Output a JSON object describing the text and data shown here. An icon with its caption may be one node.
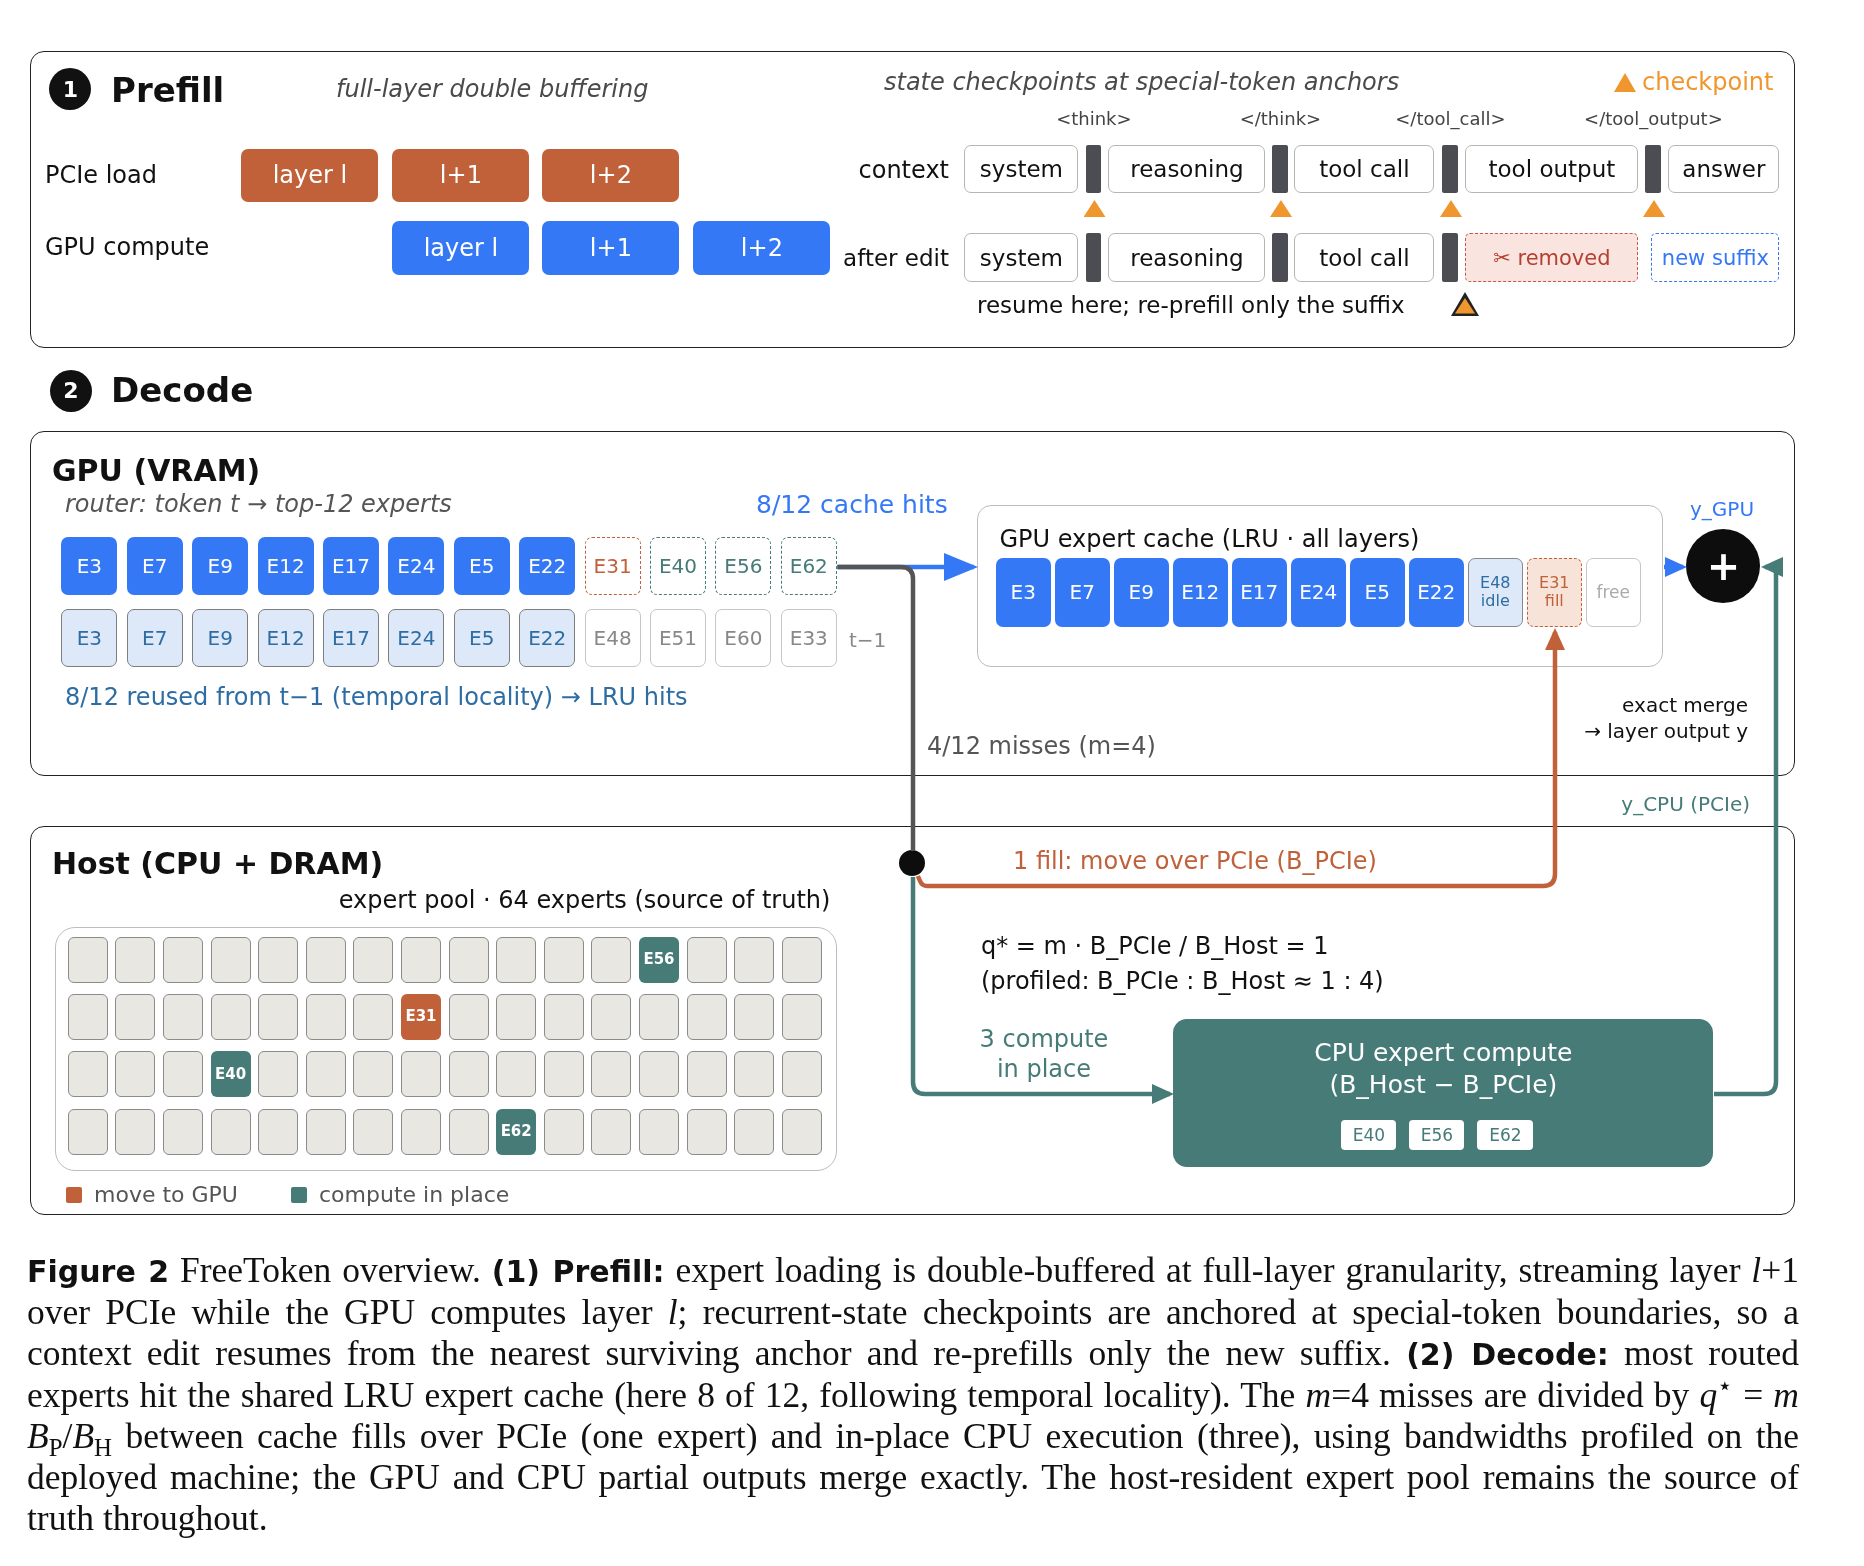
{
  "diagram": {
    "caption": "**Figure 2** FreeToken overview. **(1) Prefill:** expert loading is double-buffered at full-layer granularity, streaming layer *l*+1 over PCIe while the GPU computes layer *l*; recurrent-state checkpoints are anchored at special-token boundaries, so a context edit resumes from the nearest surviving anchor and re-prefills only the new suffix. **(2) Decode:** most routed experts hit the shared LRU expert cache (here 8 of 12, following temporal locality). The *m*=4 misses are divided by *q*$^{⋆}$ = *m* *B*$_{P}$/*B*$_{H}$ between cache fills over PCIe (one expert) and in-place CPU execution (three), using bandwidths profiled on the deployed machine; the GPU and CPU partial outputs merge exactly. The host-resident expert pool remains the source of truth throughout.",
    "nodes": [
      {
        "text": [
          "Prefill"
        ]
      },
      {
        "text": [
          "1"
        ],
        "in": 0
      },
      {
        "text": [
          "layer l"
        ],
        "in": 0
      },
      {
        "text": [
          "l+1"
        ],
        "in": 0
      },
      {
        "text": [
          "l+2"
        ],
        "in": 0
      },
      {
        "text": [
          "layer l"
        ],
        "in": 0
      },
      {
        "text": [
          "l+1"
        ],
        "in": 0
      },
      {
        "text": [
          "l+2"
        ],
        "in": 0
      },
      {
        "text": [
          "system"
        ],
        "in": 0
      },
      {
        "text": [],
        "shape": "bar",
        "in": 0,
        "beside": [
          "<think>"
        ]
      },
      {
        "text": [
          "reasoning"
        ],
        "in": 0
      },
      {
        "text": [],
        "shape": "bar",
        "in": 0,
        "beside": [
          "</think>"
        ]
      },
      {
        "text": [
          "tool call"
        ],
        "in": 0
      },
      {
        "text": [],
        "shape": "bar",
        "in": 0,
        "beside": [
          "</tool_call>"
        ]
      },
      {
        "text": [
          "tool output"
        ],
        "in": 0
      },
      {
        "text": [],
        "shape": "bar",
        "in": 0,
        "beside": [
          "</tool_output>"
        ]
      },
      {
        "text": [
          "answer"
        ],
        "in": 0
      },
      {
        "text": [
          "system"
        ],
        "in": 0
      },
      {
        "text": [],
        "shape": "bar",
        "in": 0
      },
      {
        "text": [
          "reasoning"
        ],
        "in": 0
      },
      {
        "text": [],
        "shape": "bar",
        "in": 0
      },
      {
        "text": [
          "tool call"
        ],
        "in": 0
      },
      {
        "text": [],
        "shape": "bar",
        "in": 0
      },
      {
        "text": [
          "✂ removed"
        ],
        "in": 0
      },
      {
        "text": [
          "new suffix"
        ],
        "in": 0
      },
      {
        "text": [
          "2"
        ]
      },
      {
        "text": [
          "GPU (VRAM)"
        ]
      },
      {
        "text": [
          "E3"
        ],
        "in": 26
      },
      {
        "text": [
          "E7"
        ],
        "in": 26
      },
      {
        "text": [
          "E9"
        ],
        "in": 26
      },
      {
        "text": [
          "E12"
        ],
        "in": 26
      },
      {
        "text": [
          "E17"
        ],
        "in": 26
      },
      {
        "text": [
          "E24"
        ],
        "in": 26
      },
      {
        "text": [
          "E5"
        ],
        "in": 26
      },
      {
        "text": [
          "E22"
        ],
        "in": 26
      },
      {
        "text": [
          "E31"
        ],
        "in": 26
      },
      {
        "text": [
          "E40"
        ],
        "in": 26
      },
      {
        "text": [
          "E56"
        ],
        "in": 26
      },
      {
        "text": [
          "E62"
        ],
        "in": 26
      },
      {
        "text": [
          "E3"
        ],
        "in": 26
      },
      {
        "text": [
          "E7"
        ],
        "in": 26
      },
      {
        "text": [
          "E9"
        ],
        "in": 26
      },
      {
        "text": [
          "E12"
        ],
        "in": 26
      },
      {
        "text": [
          "E17"
        ],
        "in": 26
      },
      {
        "text": [
          "E24"
        ],
        "in": 26
      },
      {
        "text": [
          "E5"
        ],
        "in": 26
      },
      {
        "text": [
          "E22"
        ],
        "in": 26
      },
      {
        "text": [
          "E48"
        ],
        "in": 26
      },
      {
        "text": [
          "E51"
        ],
        "in": 26
      },
      {
        "text": [
          "E60"
        ],
        "in": 26
      },
      {
        "text": [
          "E33"
        ],
        "in": 26
      },
      {
        "text": [
          "GPU expert cache (LRU · all layers)"
        ],
        "in": 26
      },
      {
        "text": [
          "E3"
        ],
        "in": 51
      },
      {
        "text": [
          "E7"
        ],
        "in": 51
      },
      {
        "text": [
          "E9"
        ],
        "in": 51
      },
      {
        "text": [
          "E12"
        ],
        "in": 51
      },
      {
        "text": [
          "E17"
        ],
        "in": 51
      },
      {
        "text": [
          "E24"
        ],
        "in": 51
      },
      {
        "text": [
          "E5"
        ],
        "in": 51
      },
      {
        "text": [
          "E22"
        ],
        "in": 51
      },
      {
        "text": [
          "E48 idle"
        ],
        "in": 51
      },
      {
        "text": [
          "E31 fill"
        ],
        "in": 51
      },
      {
        "text": [
          "free"
        ],
        "in": 51
      },
      {
        "text": [
          "+"
        ],
        "in": 26
      },
      {
        "text": [
          "Host (CPU + DRAM)"
        ]
      },
      {
        "text": [
          "expert pool · 64 experts (source of truth)"
        ],
        "in": 64
      },
      {
        "text": [],
        "shape": "box",
        "in": 65
      },
      {
        "text": [],
        "shape": "box",
        "in": 65
      },
      {
        "text": [],
        "shape": "box",
        "in": 65
      },
      {
        "text": [],
        "shape": "box",
        "in": 65
      },
      {
        "text": [],
        "shape": "box",
        "in": 65
      },
      {
        "text": [],
        "shape": "box",
        "in": 65
      },
      {
        "text": [],
        "shape": "box",
        "in": 65
      },
      {
        "text": [],
        "shape": "box",
        "in": 65
      },
      {
        "text": [],
        "shape": "box",
        "in": 65
      },
      {
        "text": [],
        "shape": "box",
        "in": 65
      },
      {
        "text": [],
        "shape": "box",
        "in": 65
      },
      {
        "text": [],
        "shape": "box",
        "in": 65
      },
      {
        "text": [
          "E56"
        ],
        "in": 65
      },
      {
        "text": [],
        "shape": "box",
        "in": 65
      },
      {
        "text": [],
        "shape": "box",
        "in": 65
      },
      {
        "text": [],
        "shape": "box",
        "in": 65
      },
      {
        "text": [],
        "shape": "box",
        "in": 65
      },
      {
        "text": [],
        "shape": "box",
        "in": 65
      },
      {
        "text": [],
        "shape": "box",
        "in": 65
      },
      {
        "text": [],
        "shape": "box",
        "in": 65
      },
      {
        "text": [],
        "shape": "box",
        "in": 65
      },
      {
        "text": [],
        "shape": "box",
        "in": 65
      },
      {
        "text": [],
        "shape": "box",
        "in": 65
      },
      {
        "text": [
          "E31"
        ],
        "in": 65
      },
      {
        "text": [],
        "shape": "box",
        "in": 65
      },
      {
        "text": [],
        "shape": "box",
        "in": 65
      },
      {
        "text": [],
        "shape": "box",
        "in": 65
      },
      {
        "text": [],
        "shape": "box",
        "in": 65
      },
      {
        "text": [],
        "shape": "box",
        "in": 65
      },
      {
        "text": [],
        "shape": "box",
        "in": 65
      },
      {
        "text": [],
        "shape": "box",
        "in": 65
      },
      {
        "text": [],
        "shape": "box",
        "in": 65
      },
      {
        "text": [],
        "shape": "box",
        "in": 65
      },
      {
        "text": [],
        "shape": "box",
        "in": 65
      },
      {
        "text": [],
        "shape": "box",
        "in": 65
      },
      {
        "text": [
          "E40"
        ],
        "in": 65
      },
      {
        "text": [],
        "shape": "box",
        "in": 65
      },
      {
        "text": [],
        "shape": "box",
        "in": 65
      },
      {
        "text": [],
        "shape": "box",
        "in": 65
      },
      {
        "text": [],
        "shape": "box",
        "in": 65
      },
      {
        "text": [],
        "shape": "box",
        "in": 65
      },
      {
        "text": [],
        "shape": "box",
        "in": 65
      },
      {
        "text": [],
        "shape": "box",
        "in": 65
      },
      {
        "text": [],
        "shape": "box",
        "in": 65
      },
      {
        "text": [],
        "shape": "box",
        "in": 65
      },
      {
        "text": [],
        "shape": "box",
        "in": 65
      },
      {
        "text": [],
        "shape": "box",
        "in": 65
      },
      {
        "text": [],
        "shape": "box",
        "in": 65
      },
      {
        "text": [],
        "shape": "box",
        "in": 65
      },
      {
        "text": [],
        "shape": "box",
        "in": 65
      },
      {
        "text": [],
        "shape": "box",
        "in": 65
      },
      {
        "text": [],
        "shape": "box",
        "in": 65
      },
      {
        "text": [],
        "shape": "box",
        "in": 65
      },
      {
        "text": [],
        "shape": "box",
        "in": 65
      },
      {
        "text": [],
        "shape": "box",
        "in": 65
      },
      {
        "text": [],
        "shape": "box",
        "in": 65
      },
      {
        "text": [],
        "shape": "box",
        "in": 65
      },
      {
        "text": [
          "E62"
        ],
        "in": 65
      },
      {
        "text": [],
        "shape": "box",
        "in": 65
      },
      {
        "text": [],
        "shape": "box",
        "in": 65
      },
      {
        "text": [],
        "shape": "box",
        "in": 65
      },
      {
        "text": [],
        "shape": "box",
        "in": 65
      },
      {
        "text": [],
        "shape": "box",
        "in": 65
      },
      {
        "text": [],
        "shape": "box",
        "in": 65
      },
      {
        "text": [],
        "shape": "circle",
        "in": 64
      },
      {
        "text": [
          "CPU expert compute (B_Host − B_PCIe)"
        ],
        "in": 64
      },
      {
        "text": [
          "E40"
        ],
        "in": 131
      },
      {
        "text": [
          "E56"
        ],
        "in": 131
      },
      {
        "text": [
          "E62"
        ],
        "in": 131
      }
    ],
    "edges": [
      {
        "from": 38,
        "to": 51,
        "arrow": "to",
        "label": "8/12 cache hits",
        "color": "#3578f6"
      },
      {
        "from": 38,
        "to": 130,
        "arrow": "none",
        "label": "4/12 misses (m=4)",
        "color": "#555555"
      },
      {
        "from": 130,
        "to": 61,
        "arrow": "to",
        "label": "1 fill: move over PCIe (B_PCIe)",
        "color": "#c0613a"
      },
      {
        "from": 130,
        "to": 131,
        "arrow": "to",
        "label": "3 compute in place",
        "color": "#467b78"
      },
      {
        "from": 51,
        "to": 63,
        "arrow": "to",
        "label": "y_GPU",
        "color": "#3578f6"
      },
      {
        "from": 131,
        "to": 63,
        "arrow": "to",
        "label": "y_CPU (PCIe)",
        "color": "#467b78"
      }
    ],
    "labels": [
      "full-layer double buffering",
      "state checkpoints at special-token anchors",
      "PCIe load",
      "context",
      "GPU compute",
      "after edit",
      "resume here; re-prefill only the suffix",
      "Decode",
      "router: token t → top-12 experts",
      "t−1",
      "8/12 reused from t−1 (temporal locality) → LRU hits",
      "exact merge",
      "→ layer output y",
      "q* = m · B_PCIe / B_Host = 1",
      "(profiled: B_PCIe : B_Host ≈ 1 : 4)"
    ],
    "legend": [
      {
        "text": "checkpoint"
      },
      {
        "text": "move to GPU",
        "color": "#c0613a"
      },
      {
        "text": "compute in place",
        "color": "#467b78"
      }
    ]
  }
}
